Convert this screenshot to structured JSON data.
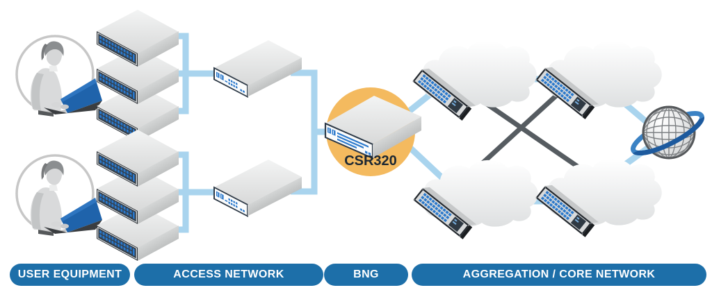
{
  "diagram": {
    "type": "network-topology",
    "zones": [
      {
        "id": "user-equipment",
        "label": "USER EQUIPMENT"
      },
      {
        "id": "access-network",
        "label": "ACCESS NETWORK"
      },
      {
        "id": "bng",
        "label": "BNG"
      },
      {
        "id": "aggregation-core-network",
        "label": "AGGREGATION / CORE NETWORK"
      }
    ],
    "bng_device": {
      "label": "CSR320"
    },
    "nodes": {
      "user_groups": 2,
      "access_switches_per_user_group": 3,
      "aggregation_switches": 2,
      "bng_routers": 1,
      "core_cloud_routers": 4,
      "internet_globes": 1
    },
    "icons": [
      "user-with-laptop-icon",
      "rack-switch-icon",
      "aggregation-switch-icon",
      "bng-router-icon",
      "cloud-router-icon",
      "internet-globe-icon"
    ]
  },
  "colors": {
    "zone_pill": "#1d6fa9",
    "pill_text": "#ffffff",
    "bng_highlight": "#f4ba5f",
    "bng_label_text": "#1b2733",
    "link_light": "#a9d4ee",
    "link_dark": "#565c61",
    "port_blue": "#2b79cc",
    "panel_navy": "#333e4a",
    "laptop_blue": "#1f63ab",
    "globe_ring_front": "#1d5a9e",
    "globe_ring_back": "#3b82c4"
  }
}
